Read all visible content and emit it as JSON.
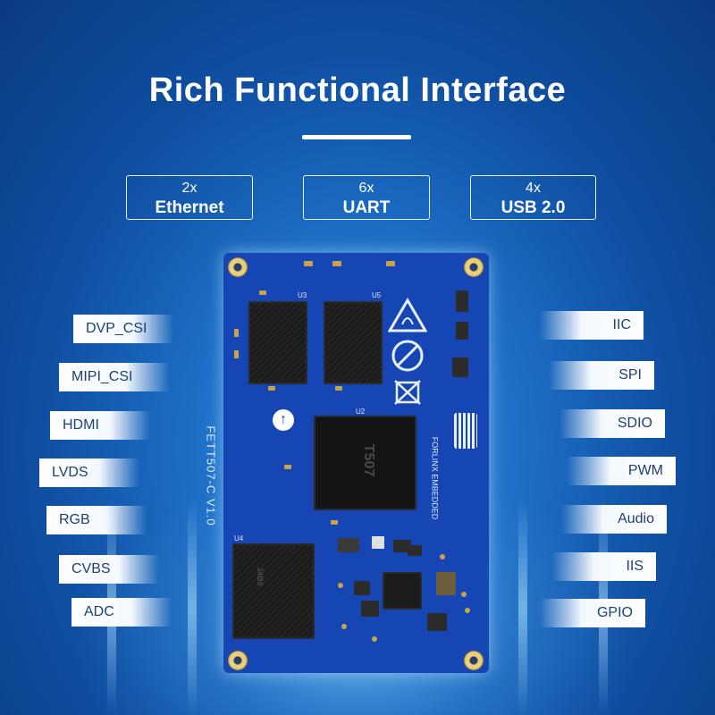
{
  "header": {
    "title": "Rich Functional Interface"
  },
  "specs": [
    {
      "count": "2x",
      "name": "Ethernet"
    },
    {
      "count": "6x",
      "name": "UART"
    },
    {
      "count": "4x",
      "name": "USB 2.0"
    }
  ],
  "left_interfaces": [
    "DVP_CSI",
    "MIPI_CSI",
    "HDMI",
    "LVDS",
    "RGB",
    "CVBS",
    "ADC"
  ],
  "right_interfaces": [
    "IIC",
    "SPI",
    "SDIO",
    "PWM",
    "Audio",
    "IIS",
    "GPIO"
  ],
  "board": {
    "side_text": "FETT507-C V1.0",
    "cpu_marking": "T507",
    "memory_marking": "J4B9",
    "brand_text": "FORLINX EMBEDDED",
    "chip_labels": {
      "cpu": "U2",
      "ram1": "U3",
      "ram2": "U5",
      "emmc": "U4"
    }
  },
  "colors": {
    "background": "#1d6fc7",
    "pcb": "#1546b3",
    "label_text": "#1d3f73"
  }
}
